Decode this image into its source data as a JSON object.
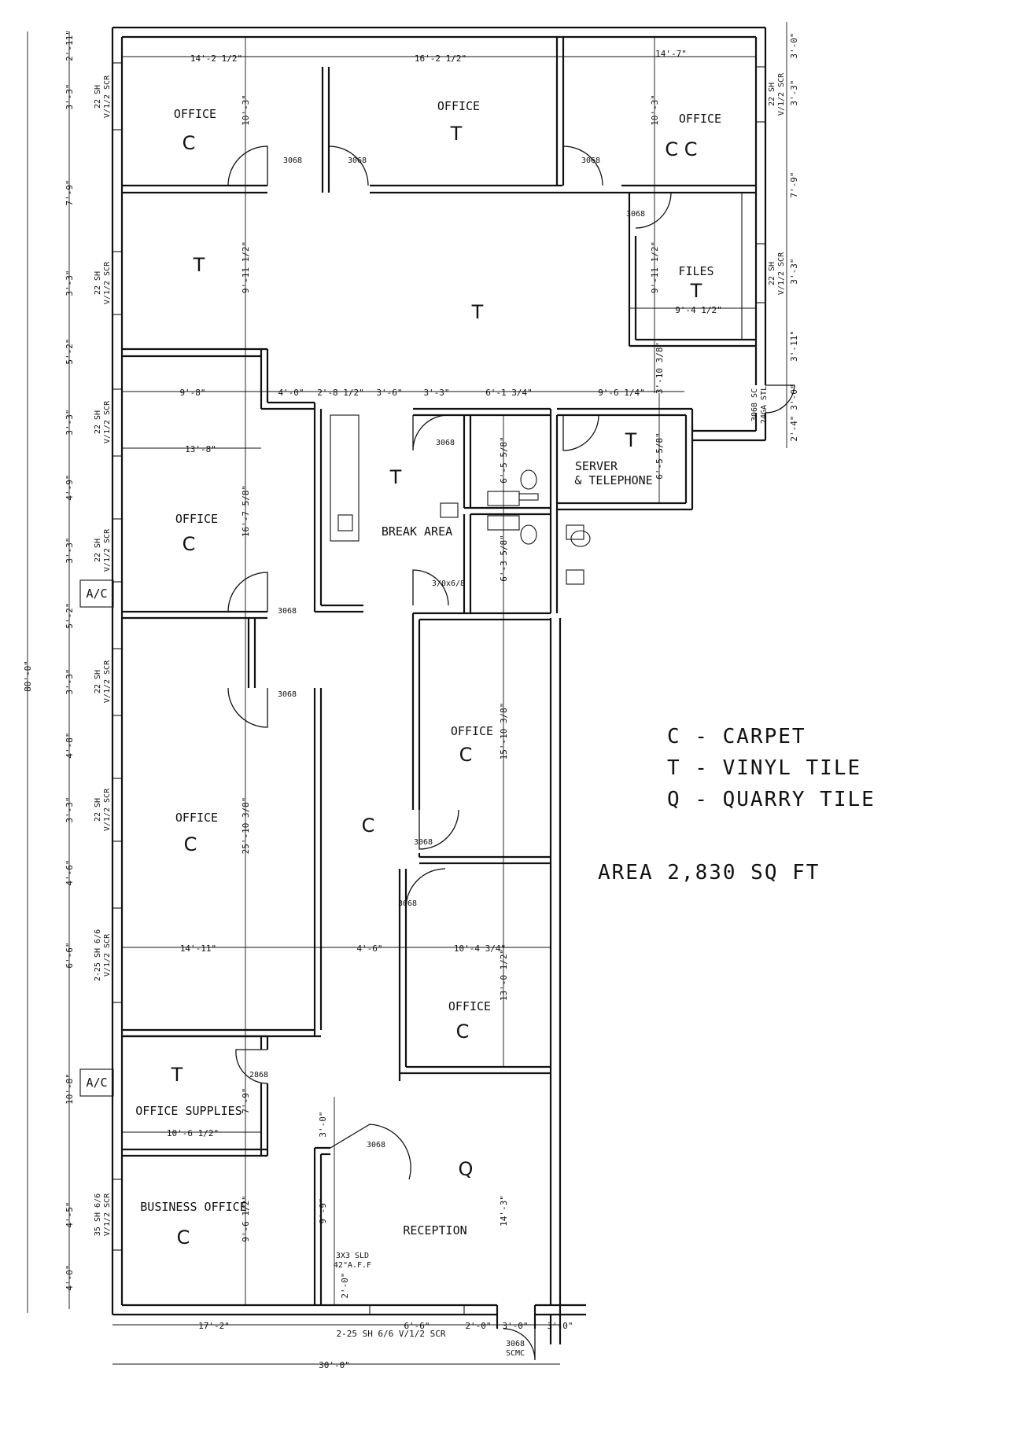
{
  "rooms": {
    "office_top_left": {
      "label": "OFFICE",
      "material": "C"
    },
    "office_top_mid": {
      "label": "OFFICE",
      "material": "T"
    },
    "office_top_right": {
      "label": "OFFICE",
      "material": "C C"
    },
    "corridor_left": {
      "material": "T"
    },
    "corridor_mid": {
      "material": "T"
    },
    "files": {
      "label": "FILES",
      "material": "T"
    },
    "server": {
      "label_line1": "SERVER",
      "label_line2": "& TELEPHONE",
      "material": "T"
    },
    "break_area": {
      "label": "BREAK AREA",
      "material": "T"
    },
    "office_left_upper": {
      "label": "OFFICE",
      "material": "C"
    },
    "office_left_lower": {
      "label": "OFFICE",
      "material": "C"
    },
    "hallway": {
      "material": "C"
    },
    "office_right_upper": {
      "label": "OFFICE",
      "material": "C"
    },
    "office_right_lower": {
      "label": "OFFICE",
      "material": "C"
    },
    "office_supplies": {
      "label": "OFFICE SUPPLIES",
      "material": "T"
    },
    "business_office": {
      "label": "BUSINESS OFFICE",
      "material": "C"
    },
    "reception": {
      "label": "RECEPTION",
      "material": "Q"
    }
  },
  "doors": {
    "d1": "3068",
    "d2": "3068",
    "d3": "3068",
    "d4": "3068",
    "d5": "3068",
    "d6": "3/0x6/8",
    "d7": "3068",
    "d8": "3068",
    "d9": "3068",
    "d10": "3068",
    "d11": "2868",
    "d12": "3068",
    "d13_line1": "3068",
    "d13_line2": "SCMC",
    "side_door_line1": "3068 SC",
    "side_door_line2": "24GA STL"
  },
  "windows": {
    "w1_line1": "22 SH",
    "w1_line2": "V/1/2 SCR",
    "w2_line1": "22 SH",
    "w2_line2": "V/1/2 SCR",
    "w3_line1": "22 SH",
    "w3_line2": "V/1/2 SCR",
    "w4_line1": "22 SH",
    "w4_line2": "V/1/2 SCR",
    "w5_line1": "22 SH",
    "w5_line2": "V/1/2 SCR",
    "w6_line1": "22 SH",
    "w6_line2": "V/1/2 SCR",
    "w7_line1": "2-25 SH 6/6",
    "w7_line2": "V/1/2 SCR",
    "w8_line1": "35 SH 6/6",
    "w8_line2": "V/1/2 SCR",
    "w9_line1": "22 SH",
    "w9_line2": "V/1/2 SCR",
    "w10_line1": "22 SH",
    "w10_line2": "V/1/2 SCR",
    "bottom": "2-25 SH 6/6 V/1/2 SCR",
    "reception_window_line1": "3X3 SLD",
    "reception_window_line2": "42\"A.F.F"
  },
  "ac_units": [
    "A/C",
    "A/C"
  ],
  "dimensions": {
    "h_top_1": "14'-2 1/2\"",
    "h_top_2": "16'-2 1/2\"",
    "h_top_3": "14'-7\"",
    "h_files": "9'-4 1/2\"",
    "h_row_1": "9'-8\"",
    "h_row_2": "4'-0\"",
    "h_row_3": "2'-8 1/2\"",
    "h_row_4": "3'-6\"",
    "h_row_5": "3'-3\"",
    "h_row_6": "6'-1 3/4\"",
    "h_row_7": "9'-6 1/4\"",
    "h_office_left": "13'-8\"",
    "h_mid_1": "14'-11\"",
    "h_mid_2": "4'-6\"",
    "h_mid_3": "10'-4 3/4\"",
    "h_supplies": "10'-6 1/2\"",
    "h_bottom_1": "17'-2\"",
    "h_bottom_2": "6'-6\"",
    "h_bottom_3": "2'-0\"",
    "h_bottom_4": "3'-0\"",
    "h_bottom_5": "3'-0\"",
    "h_total": "30'-0\"",
    "v_total": "80'-0\"",
    "v_left": [
      "2'-11\"",
      "3'-3\"",
      "7'-9\"",
      "3'-3\"",
      "5'-2\"",
      "3'-3\"",
      "4'-9\"",
      "3'-3\"",
      "5'-2\"",
      "3'-3\"",
      "4'-8\"",
      "3'-3\"",
      "4'-6\"",
      "6'-6\"",
      "10'-8\"",
      "4'-5\"",
      "4'-0\""
    ],
    "v_right": [
      "3'-0\"",
      "3'-3\"",
      "7'-9\"",
      "3'-3\"",
      "3'-11\"",
      "3'-0\"",
      "2'-4\""
    ],
    "v_inner_1": "10'-3\"",
    "v_inner_2": "9'-11 1/2\"",
    "v_inner_3": "16'-7 5/8\"",
    "v_inner_4": "25'-10 3/8\"",
    "v_inner_5": "7'-9\"",
    "v_inner_6": "9'-6 1/2\"",
    "v_inner_7": "10'-3\"",
    "v_inner_8": "9'-11 1/2\"",
    "v_inner_9": "3'-10 3/8\"",
    "v_inner_10": "6'-5 5/8\"",
    "v_inner_11": "6'-3 5/8\"",
    "v_inner_12": "6'-5 5/8\"",
    "v_inner_13": "15'-10 3/8\"",
    "v_inner_14": "13'-0 1/2\"",
    "v_inner_15": "14'-3\"",
    "v_inner_16": "3'-0\"",
    "v_inner_17": "9'-9\"",
    "v_inner_18": "2'-0\""
  },
  "legend": {
    "line1": "C - CARPET",
    "line2": "T - VINYL TILE",
    "line3": "Q - QUARRY TILE",
    "area": "AREA 2,830 SQ FT"
  }
}
